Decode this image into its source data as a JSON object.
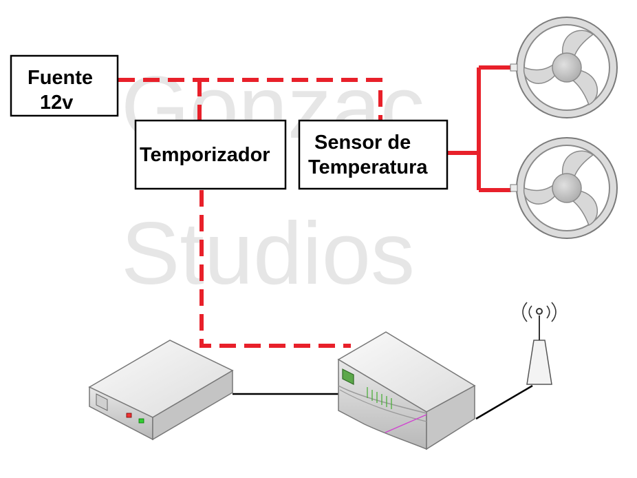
{
  "watermark": {
    "line1": "Gonzac",
    "line2": "Studios"
  },
  "nodes": {
    "power_supply": {
      "line1": "Fuente",
      "line2": "12v"
    },
    "timer": {
      "label": "Temporizador"
    },
    "temp_sensor": {
      "line1": "Sensor de",
      "line2": "Temperatura"
    }
  },
  "icons": [
    "fan-icon",
    "fan-icon",
    "server-icon",
    "router-icon",
    "antenna-icon"
  ],
  "colors": {
    "wire": "#e8202a",
    "border": "#000000",
    "watermark": "#e6e6e6",
    "device": "#e4e4e4"
  }
}
